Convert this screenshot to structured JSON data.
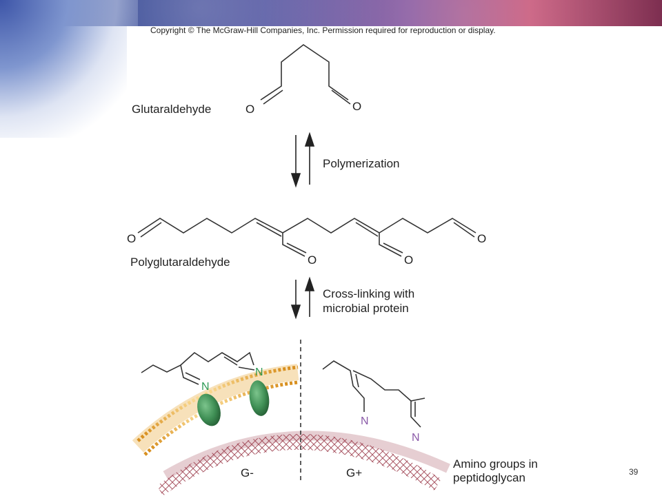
{
  "copyright": "Copyright © The McGraw-Hill Companies, Inc. Permission required for reproduction or display.",
  "labels": {
    "glutaraldehyde": "Glutaraldehyde",
    "polymerization": "Polymerization",
    "polyglutaraldehyde": "Polyglutaraldehyde",
    "crosslinking_line1": "Cross-linking with",
    "crosslinking_line2": "microbial protein",
    "gram_negative": "G-",
    "gram_positive": "G+",
    "amino_line1": "Amino groups in",
    "amino_line2": "peptidoglycan"
  },
  "atoms": {
    "oxygen": "O",
    "nitrogen": "N"
  },
  "page_number": "39",
  "colors": {
    "membrane_lipid": "#e8a838",
    "protein": "#3f8f55",
    "nitrogen_gram_negative": "#2e9a55",
    "nitrogen_gram_positive": "#8a5aa8",
    "peptidoglycan": "#9b3a4a"
  }
}
